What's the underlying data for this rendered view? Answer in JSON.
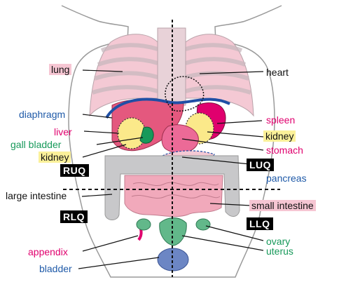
{
  "labels": {
    "lung": "lung",
    "heart": "heart",
    "diaphragm": "diaphragm",
    "spleen": "spleen",
    "liver": "liver",
    "kidney_left": "kidney",
    "gall_bladder": "gall bladder",
    "stomach": "stomach",
    "kidney_right": "kidney",
    "pancreas": "pancreas",
    "large_intestine": "large intestine",
    "small_intestine": "small intestine",
    "ovary": "ovary",
    "uterus": "uterus",
    "appendix": "appendix",
    "bladder": "bladder"
  },
  "quadrants": {
    "ruq": "RUQ",
    "luq": "LUQ",
    "rlq": "RLQ",
    "llq": "LLQ"
  },
  "colors": {
    "pink_label": "#e0006e",
    "green_label": "#17995a",
    "blue_label": "#1f5aa8",
    "lung_fill": "#f4c9d4",
    "liver_fill": "#e4587e",
    "kidney_fill": "#fbe98a",
    "intestine_fill": "#c8c8ca",
    "small_intestine_fill": "#f1a9bb",
    "diaphragm_line": "#1f4fa5",
    "reproductive_fill": "#62b88a",
    "bladder_fill": "#6c86c4"
  }
}
